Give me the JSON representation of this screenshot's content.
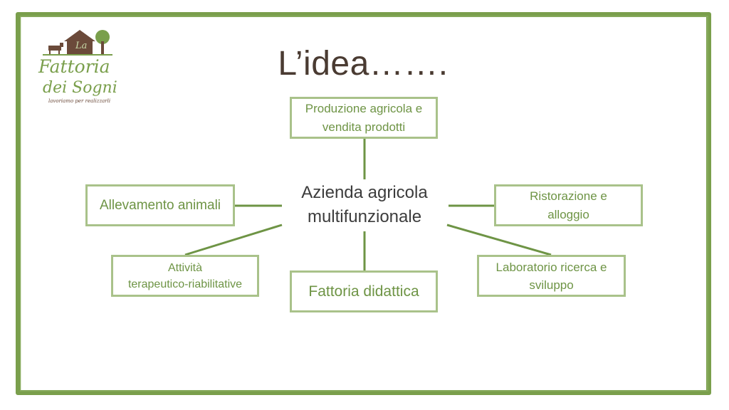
{
  "slide": {
    "title": "L’idea…….",
    "accent_color": "#7a9f4c"
  },
  "logo": {
    "line1": "La",
    "line2": "Fattoria",
    "line3": "dei Sogni",
    "tagline": "lavoriamo per realizzarli"
  },
  "diagram": {
    "center": {
      "line1": "Azienda agricola",
      "line2": "multifunzionale"
    },
    "nodes": {
      "produzione": {
        "line1": "Produzione agricola e",
        "line2": "vendita prodotti"
      },
      "allevamento": {
        "line1": "Allevamento animali"
      },
      "ristorazione": {
        "line1": "Ristorazione e",
        "line2": "alloggio"
      },
      "terapeutico": {
        "line1": "Attività",
        "line2": "terapeutico-riabilitative"
      },
      "didattica": {
        "line1": "Fattoria didattica"
      },
      "laboratorio": {
        "line1": "Laboratorio ricerca e",
        "line2": "sviluppo"
      }
    }
  }
}
